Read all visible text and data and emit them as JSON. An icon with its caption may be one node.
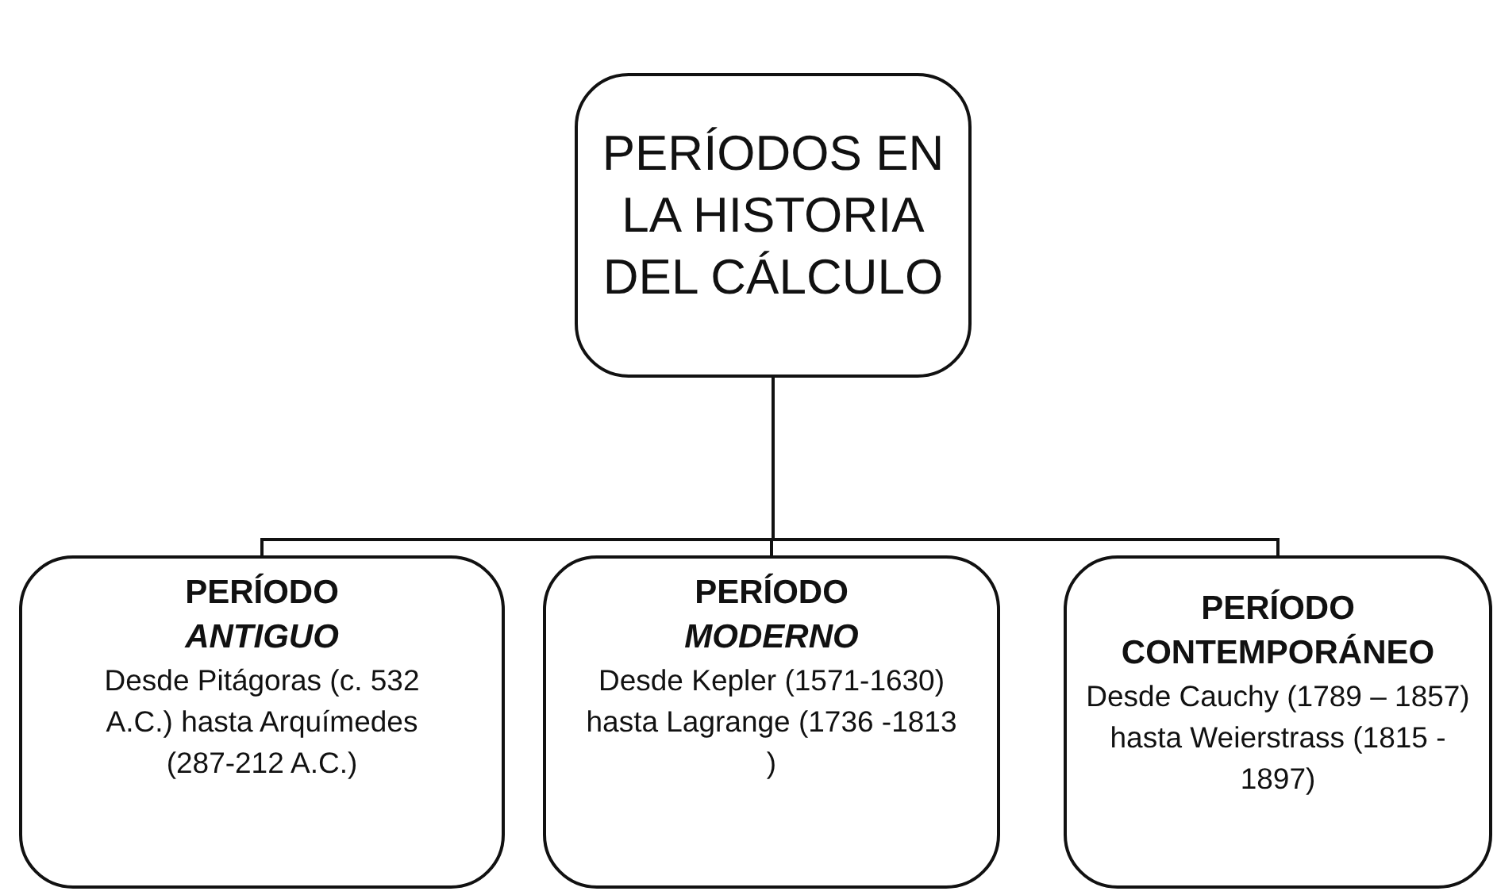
{
  "diagram": {
    "nodes": [
      {
        "text": [
          "PERÍODOS EN LA HISTORIA DEL CÁLCULO"
        ]
      },
      {
        "text": [
          "PERÍODO *ANTIGUO*",
          "Desde Pitágoras (c. 532 A.C.) hasta Arquímedes (287-212 A.C.)"
        ]
      },
      {
        "text": [
          "PERÍODO *MODERNO*",
          "Desde Kepler (1571-1630) hasta Lagrange (1736 -1813 )"
        ]
      },
      {
        "text": [
          "PERÍODO CONTEMPORÁNEO",
          "Desde Cauchy (1789 – 1857) hasta Weierstrass (1815 - 1897)"
        ]
      }
    ],
    "edges": [
      {
        "from": 0,
        "to": 1,
        "arrow": "none"
      },
      {
        "from": 0,
        "to": 2,
        "arrow": "none"
      },
      {
        "from": 0,
        "to": 3,
        "arrow": "none"
      }
    ]
  }
}
